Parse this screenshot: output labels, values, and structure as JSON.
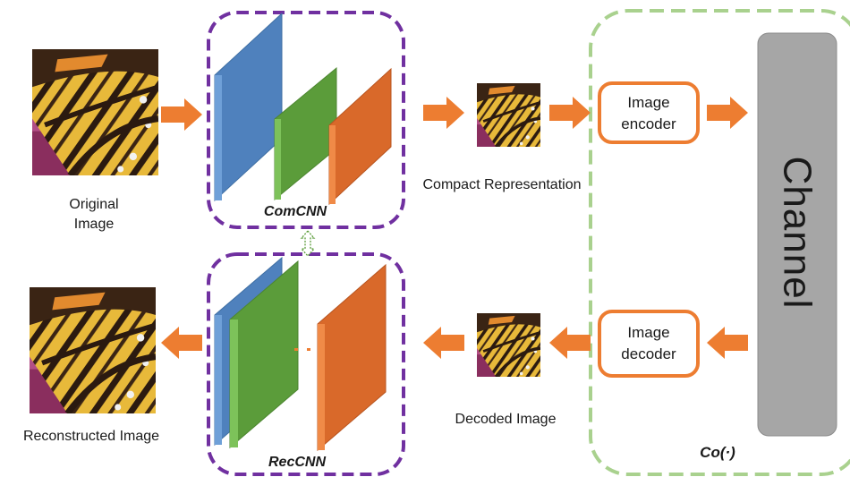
{
  "labels": {
    "original_image": [
      "Original",
      "Image"
    ],
    "compact_representation": "Compact Representation",
    "decoded_image": "Decoded Image",
    "reconstructed_image": "Reconstructed Image",
    "comcnn": "ComCNN",
    "reccnn": "RecCNN",
    "image_encoder": [
      "Image",
      "encoder"
    ],
    "image_decoder": [
      "Image",
      "decoder"
    ],
    "channel": "Channel",
    "codec": "Co(·)"
  },
  "colors": {
    "arrow": "#ED7D31",
    "cnn_border": "#7030A0",
    "codec_border": "#A9D18E",
    "channel_fill": "#A6A6A6",
    "layer_blue": "#4F81BD",
    "layer_green": "#5B9C3A",
    "layer_orange": "#D9692A"
  },
  "icons": {
    "image_thumbnail": "butterfly-wing-image-icon",
    "arrow": "block-arrow-icon",
    "link": "double-headed-arrow-icon"
  }
}
